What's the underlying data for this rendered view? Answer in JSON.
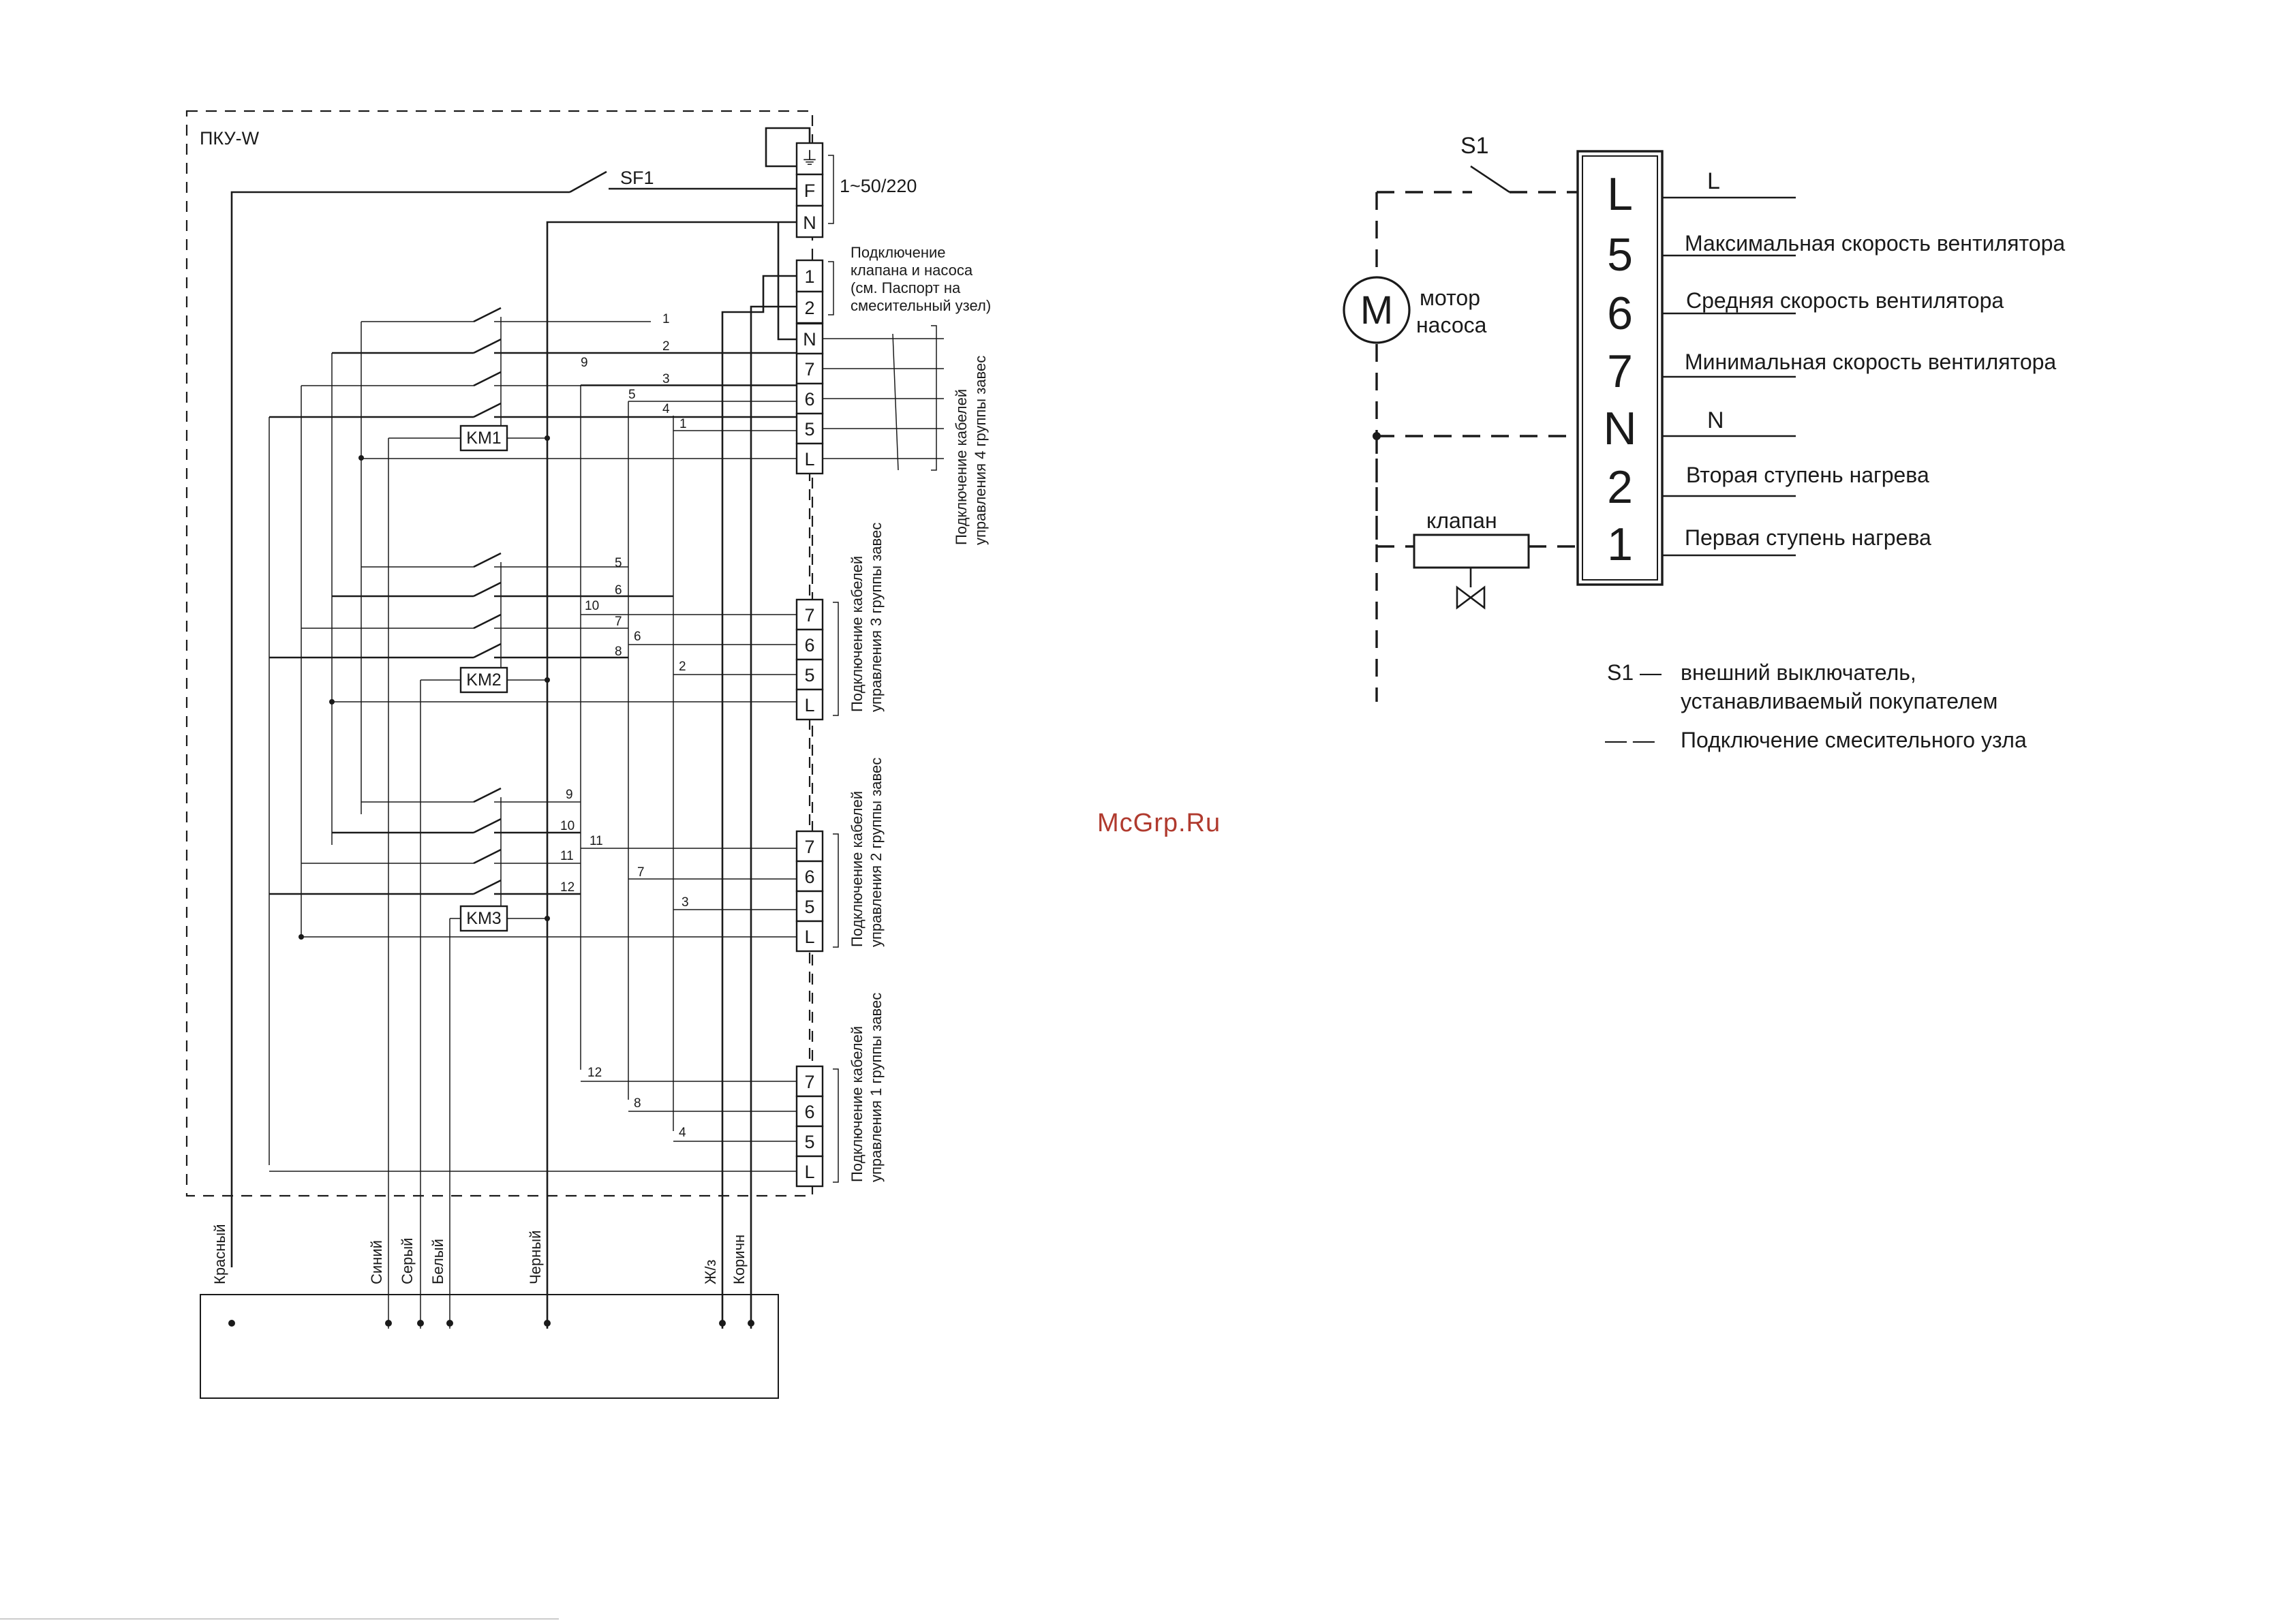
{
  "panel": {
    "title": "ПКУ-W",
    "breaker": "SF1",
    "supply_label": "1~50/220",
    "supply_terminals": [
      "⏚",
      "F",
      "N"
    ],
    "valve_pump_terminals": [
      "1",
      "2"
    ],
    "valve_pump_note": [
      "Подключение",
      "клапана и насоса",
      "(см. Паспорт на",
      "смесительный узел)"
    ]
  },
  "contactors": [
    "KM1",
    "KM2",
    "KM3"
  ],
  "groups": [
    {
      "terminals": [
        "N",
        "7",
        "6",
        "5",
        "L"
      ],
      "caption": [
        "Подключение кабелей",
        "управления 4 группы завес"
      ]
    },
    {
      "terminals": [
        "7",
        "6",
        "5",
        "L"
      ],
      "caption": [
        "Подключение кабелей",
        "управления 3 группы завес"
      ]
    },
    {
      "terminals": [
        "7",
        "6",
        "5",
        "L"
      ],
      "caption": [
        "Подключение кабелей",
        "управления 2 группы завес"
      ]
    },
    {
      "terminals": [
        "7",
        "6",
        "5",
        "L"
      ],
      "caption": [
        "Подключение кабелей",
        "управления 1 группы завес"
      ]
    }
  ],
  "wire_numbers": {
    "g4": [
      "1",
      "2",
      "9",
      "3",
      "5",
      "4",
      "1"
    ],
    "g3": [
      "5",
      "6",
      "10",
      "7",
      "6",
      "8",
      "2"
    ],
    "g2": [
      "9",
      "10",
      "11",
      "11",
      "7",
      "12",
      "3"
    ],
    "g1": [
      "12",
      "8",
      "4"
    ]
  },
  "cable_wires": [
    "Красный",
    "Синий",
    "Серый",
    "Белый",
    "Черный",
    "Ж/з",
    "Коричн"
  ],
  "right_diagram": {
    "switch_label": "S1",
    "motor_symbol": "M",
    "motor_label": [
      "мотор",
      "насоса"
    ],
    "valve_label": "клапан",
    "block_terminals": [
      "L",
      "5",
      "6",
      "7",
      "N",
      "2",
      "1"
    ],
    "terminal_labels": [
      "L",
      "Максимальная скорость вентилятора",
      "Средняя скорость вентилятора",
      "Минимальная скорость вентилятора",
      "N",
      "Вторая ступень нагрева",
      "Первая ступень нагрева"
    ],
    "legend": [
      {
        "symbol": "S1 —",
        "text": [
          "внешний выключатель,",
          "устанавливаемый покупателем"
        ]
      },
      {
        "symbol": "— —",
        "text": [
          "Подключение смесительного узла"
        ]
      }
    ]
  },
  "watermark": "McGrp.Ru"
}
